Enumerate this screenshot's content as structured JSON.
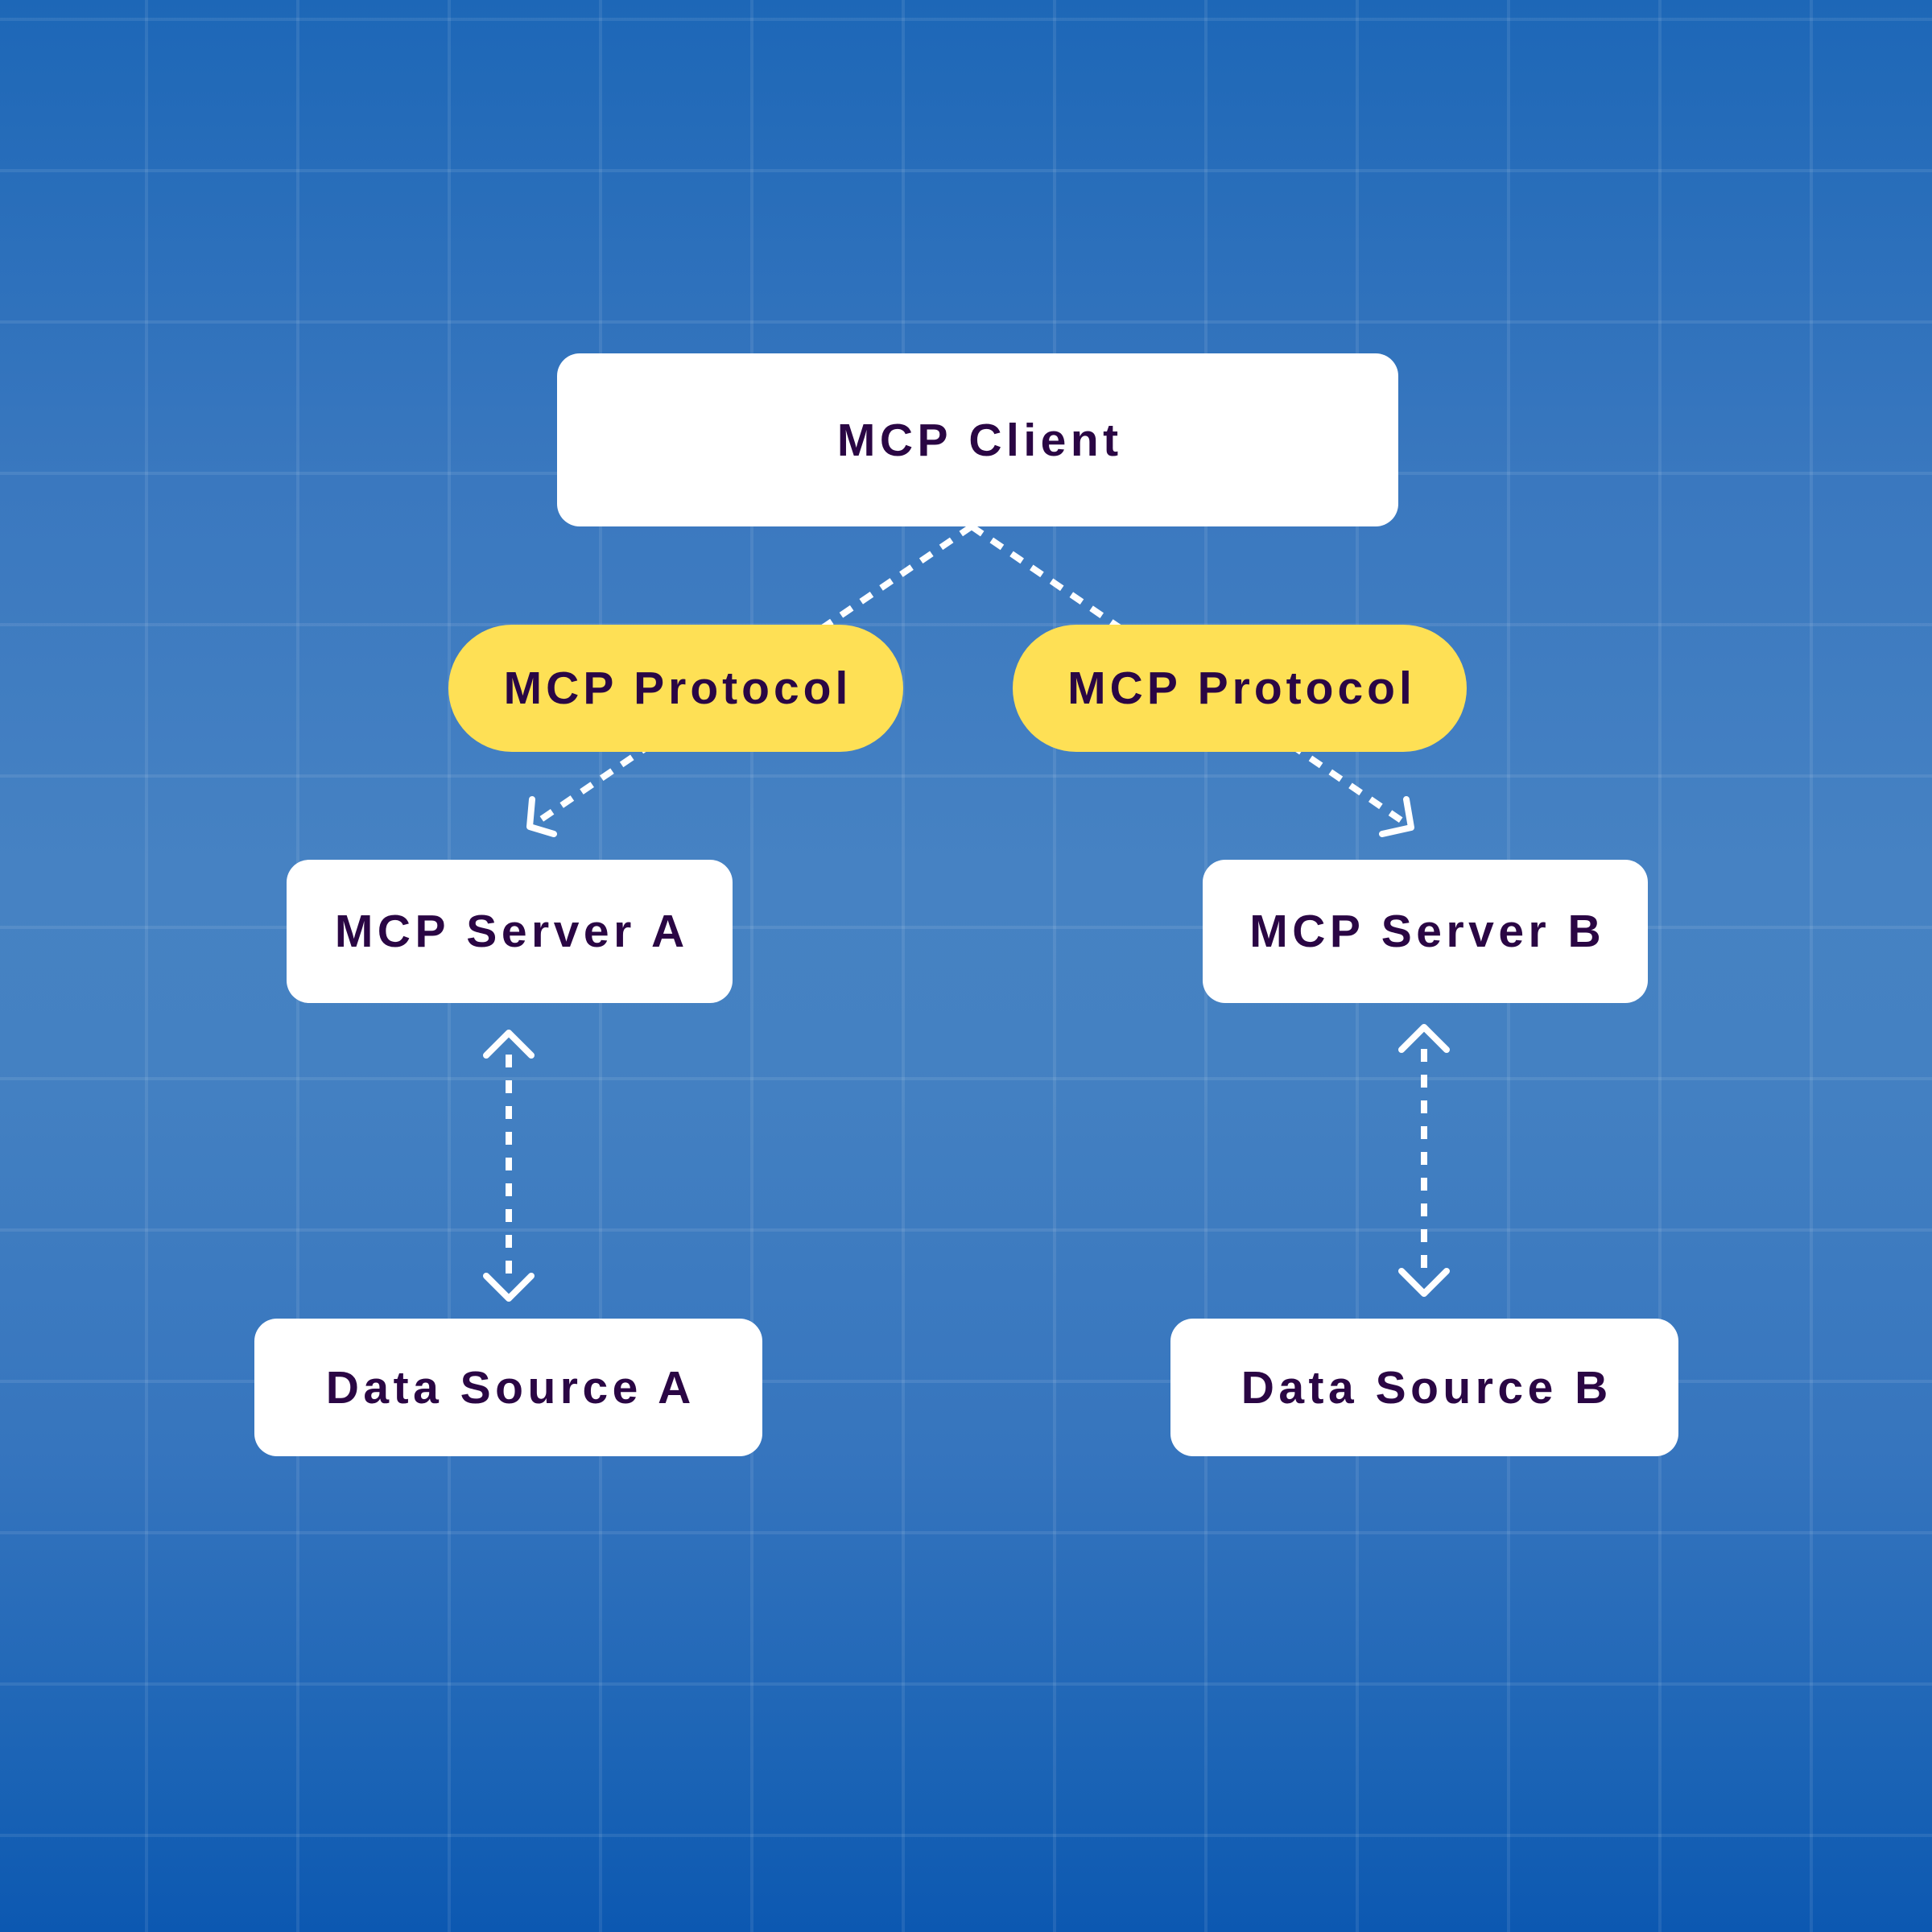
{
  "diagram": {
    "client": {
      "label": "MCP Client"
    },
    "protocols": [
      {
        "label": "MCP Protocol"
      },
      {
        "label": "MCP Protocol"
      }
    ],
    "servers": [
      {
        "label": "MCP Server A"
      },
      {
        "label": "MCP Server B"
      }
    ],
    "data_sources": [
      {
        "label": "Data Source A"
      },
      {
        "label": "Data Source B"
      }
    ],
    "edges": [
      {
        "from": "MCP Client",
        "to": "MCP Server A",
        "via": "MCP Protocol",
        "style": "dashed",
        "direction": "one-way"
      },
      {
        "from": "MCP Client",
        "to": "MCP Server B",
        "via": "MCP Protocol",
        "style": "dashed",
        "direction": "one-way"
      },
      {
        "from": "MCP Server A",
        "to": "Data Source A",
        "style": "dashed",
        "direction": "two-way"
      },
      {
        "from": "MCP Server B",
        "to": "Data Source B",
        "style": "dashed",
        "direction": "two-way"
      }
    ]
  },
  "colors": {
    "background_top": "#1d67b7",
    "background_mid": "#4682c3",
    "background_bottom": "#0c58b1",
    "node_fill": "#ffffff",
    "protocol_fill": "#fee055",
    "text": "#2a0644",
    "connector": "#ffffff"
  }
}
